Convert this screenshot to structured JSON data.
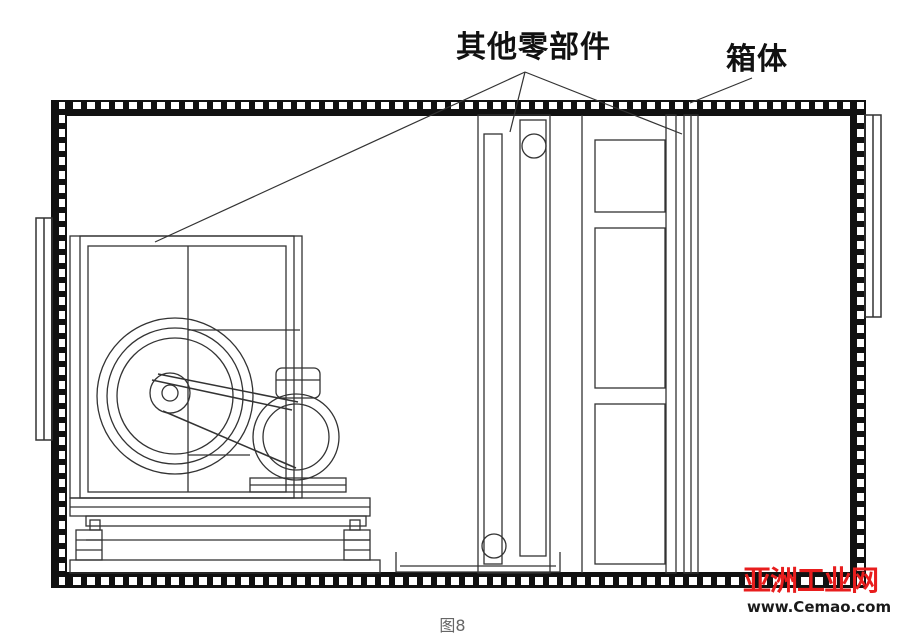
{
  "labels": {
    "other_parts": "其他零部件",
    "casing": "箱体"
  },
  "caption": "图8",
  "watermark": {
    "brand": "亚洲工业网",
    "url": "www.Cemao.com"
  },
  "colors": {
    "line": "#1a1a1a",
    "caption": "#666666",
    "watermark_red": "#e81d1d"
  }
}
